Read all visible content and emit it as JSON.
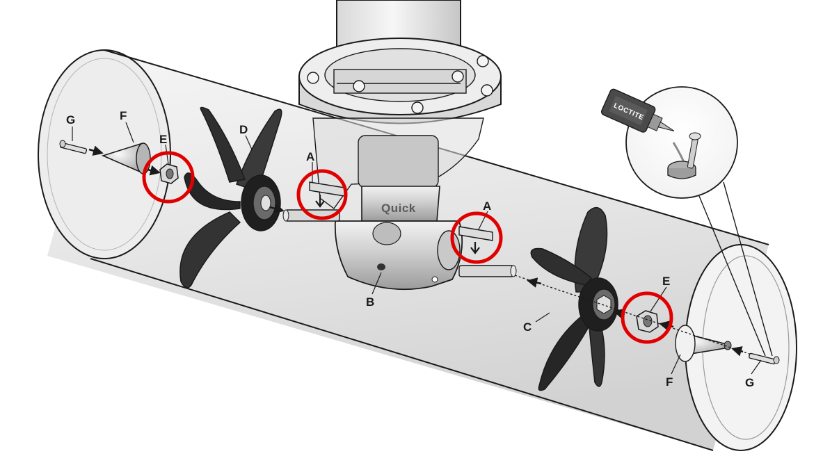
{
  "brand": "Quick",
  "loctite_label": "LOCTITE",
  "colors": {
    "tube_fill": "#e8e8e8",
    "outline": "#1a1a1a",
    "propeller": "#2b2b2b",
    "highlight_ring": "#e10000"
  },
  "labels": [
    {
      "id": "G-left",
      "text": "G"
    },
    {
      "id": "F-left",
      "text": "F"
    },
    {
      "id": "E-left",
      "text": "E"
    },
    {
      "id": "D",
      "text": "D"
    },
    {
      "id": "A-left",
      "text": "A"
    },
    {
      "id": "A-right",
      "text": "A"
    },
    {
      "id": "B",
      "text": "B"
    },
    {
      "id": "C",
      "text": "C"
    },
    {
      "id": "E-right",
      "text": "E"
    },
    {
      "id": "F-right",
      "text": "F"
    },
    {
      "id": "G-right",
      "text": "G"
    }
  ]
}
